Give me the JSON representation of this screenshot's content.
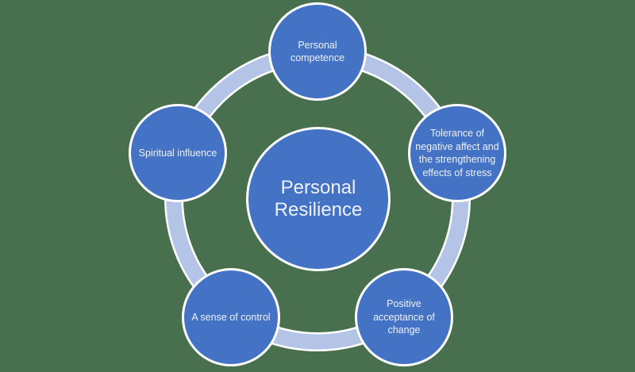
{
  "diagram": {
    "type": "radial-cycle",
    "center": {
      "label": "Personal Resilience"
    },
    "nodes": [
      {
        "id": "personal-competence",
        "position": "top",
        "label": "Personal competence"
      },
      {
        "id": "tolerance-of-negative-affect",
        "position": "right",
        "label": "Tolerance of negative affect and the strengthening effects of stress"
      },
      {
        "id": "positive-acceptance-of-change",
        "position": "bottom-right",
        "label": "Positive acceptance of change"
      },
      {
        "id": "a-sense-of-control",
        "position": "bottom-left",
        "label": "A sense of control"
      },
      {
        "id": "spiritual-influence",
        "position": "left",
        "label": "Spiritual influence"
      }
    ],
    "colors": {
      "background": "#48704F",
      "node_fill": "#4472C4",
      "node_border": "#FFFFFF",
      "ring_fill": "#B3C4E6",
      "ring_border": "#FFFFFF",
      "label_text": "#EDF2FA"
    }
  }
}
